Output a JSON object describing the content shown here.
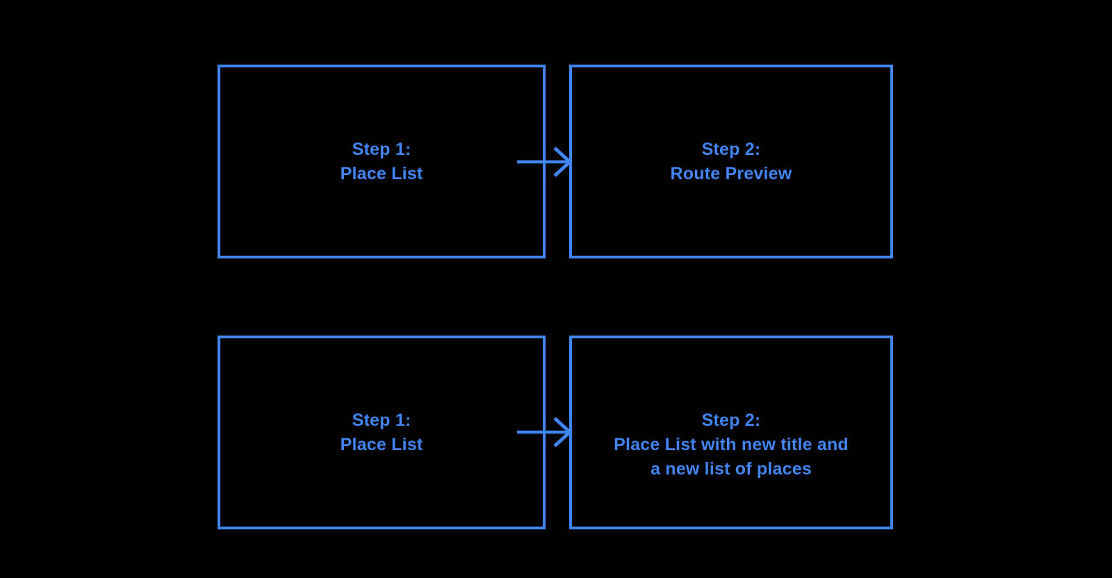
{
  "colors": {
    "background": "#000000",
    "accent": "#4285F4"
  },
  "diagram": {
    "boxes": [
      {
        "id": "step1-top",
        "lines": [
          "Step 1:",
          "Place List"
        ]
      },
      {
        "id": "step2-top",
        "lines": [
          "Step 2:",
          "Route Preview"
        ]
      },
      {
        "id": "step1-bottom",
        "lines": [
          "Step 1:",
          "Place List"
        ]
      },
      {
        "id": "step2-bottom",
        "lines": [
          "Step 2:",
          "Place List with new title and",
          "a new list of places"
        ]
      }
    ],
    "connectors": [
      {
        "id": "top-arrow",
        "icon": "arrow-right-icon",
        "from": "step1-top",
        "to": "step2-top"
      },
      {
        "id": "bottom-arrow",
        "icon": "arrow-right-icon",
        "from": "step1-bottom",
        "to": "step2-bottom"
      }
    ]
  }
}
